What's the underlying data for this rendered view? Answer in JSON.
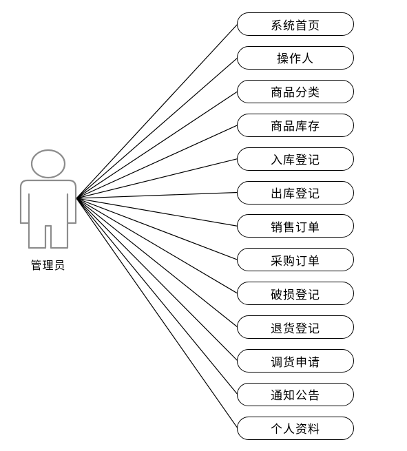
{
  "actor": {
    "label": "管理员",
    "icon": "person-icon"
  },
  "use_cases": [
    "系统首页",
    "操作人",
    "商品分类",
    "商品库存",
    "入库登记",
    "出库登记",
    "销售订单",
    "采购订单",
    "破损登记",
    "退货登记",
    "调货申请",
    "通知公告",
    "个人资料"
  ]
}
